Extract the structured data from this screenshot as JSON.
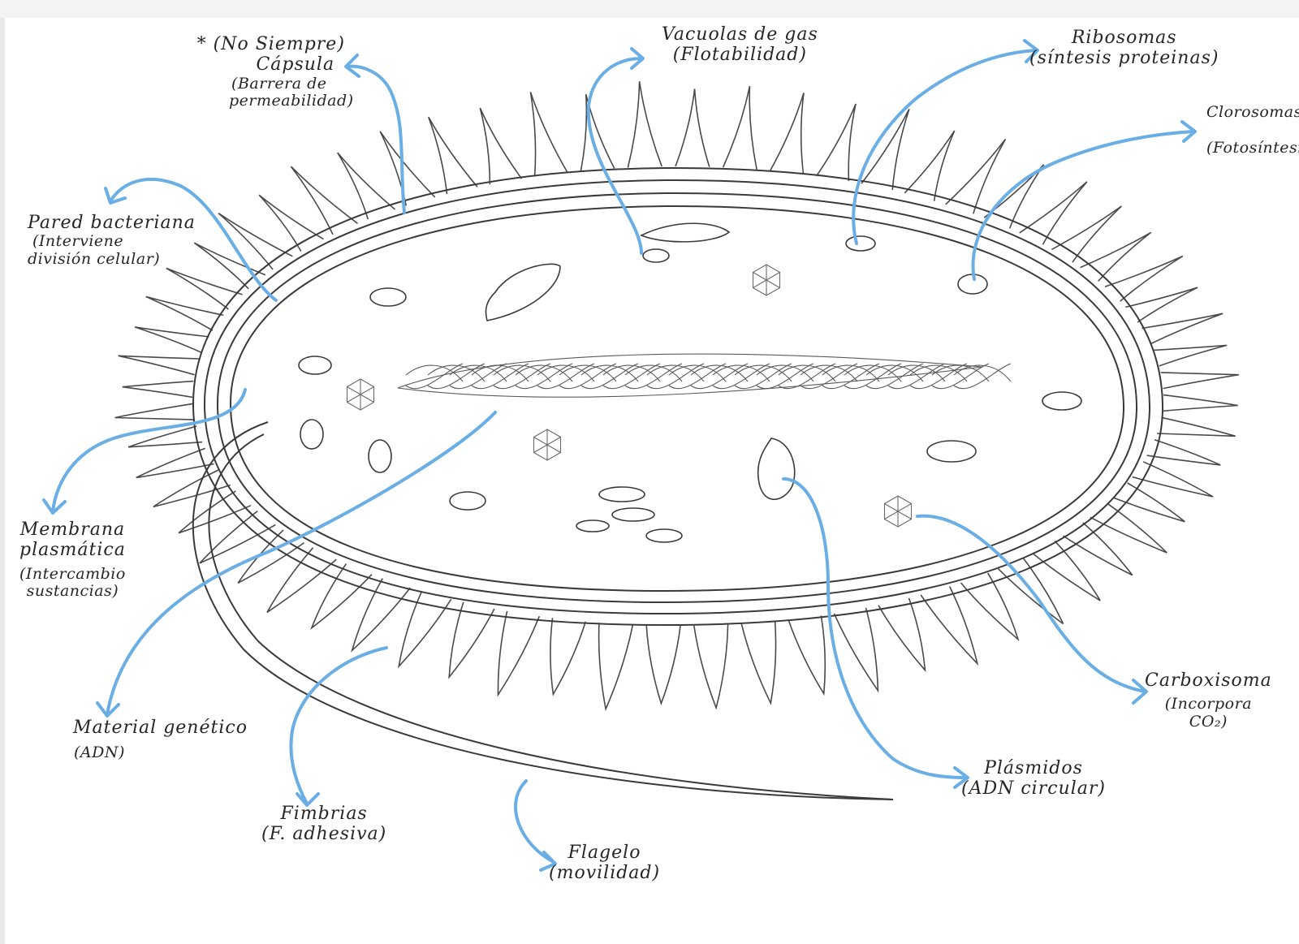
{
  "colors": {
    "pencil": "#3a3a3a",
    "arrow": "#6aaee6",
    "paper": "#ffffff"
  },
  "labels": {
    "capsula": {
      "note": "* (No Siempre)",
      "name": "Cápsula",
      "function_1": "(Barrera de",
      "function_2": "permeabilidad)"
    },
    "vacuolas": {
      "name": "Vacuolas de gas",
      "function": "(Flotabilidad)"
    },
    "ribosomas": {
      "name": "Ribosomas",
      "function": "(síntesis proteinas)"
    },
    "clorosomas": {
      "name": "Clorosomas",
      "function": "(Fotosíntesis)"
    },
    "pared": {
      "name": "Pared bacteriana",
      "function_1": "(Interviene",
      "function_2": "división celular)"
    },
    "membrana": {
      "name_1": "Membrana",
      "name_2": "plasmática",
      "function_1": "(Intercambio",
      "function_2": "sustancias)"
    },
    "material": {
      "name": "Material genético",
      "function": "(ADN)"
    },
    "fimbrias": {
      "name": "Fimbrias",
      "function": "(F. adhesiva)"
    },
    "flagelo": {
      "name": "Flagelo",
      "function": "(movilidad)"
    },
    "plasmidos": {
      "name": "Plásmidos",
      "function": "(ADN circular)"
    },
    "carboxisoma": {
      "name": "Carboxisoma",
      "function_1": "(Incorpora",
      "function_2": "CO₂)"
    }
  }
}
